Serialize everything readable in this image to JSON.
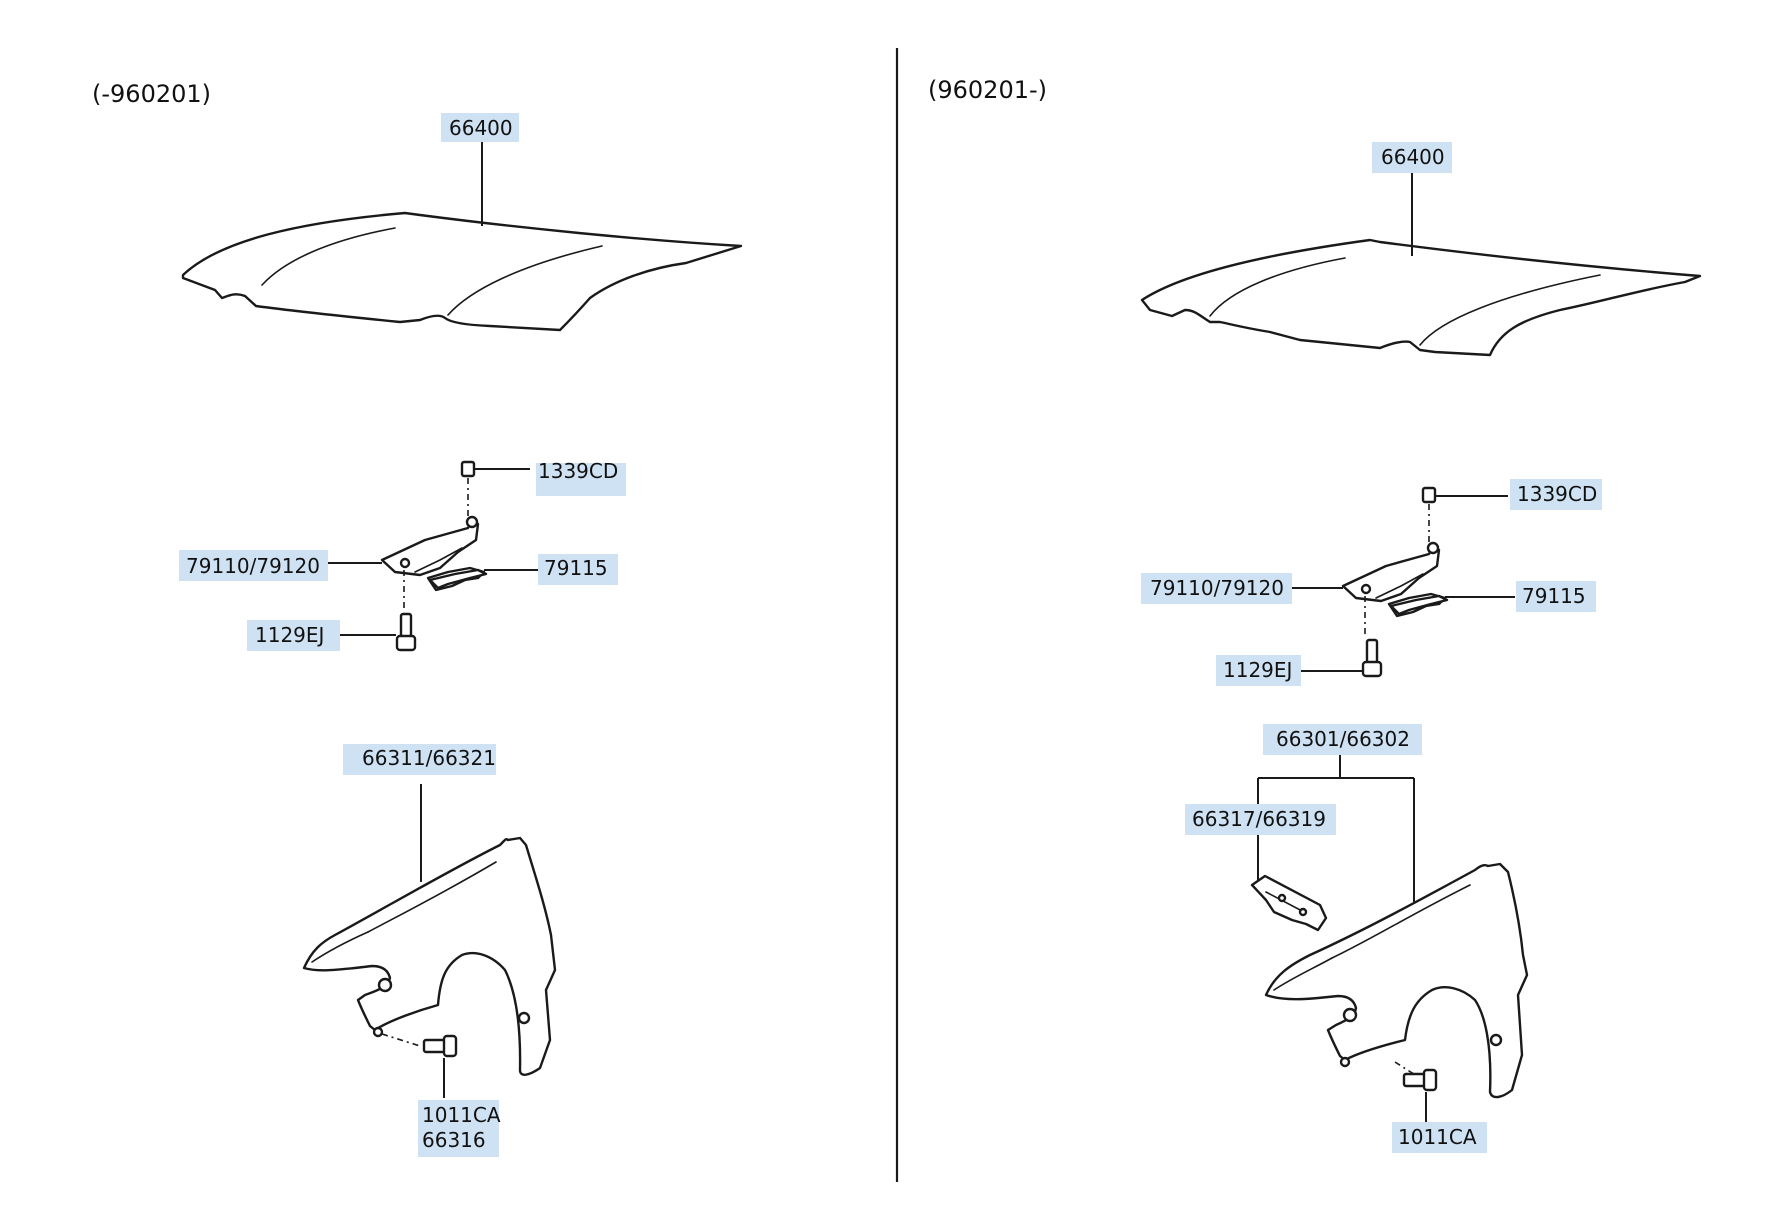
{
  "left_panel": {
    "header": "(-960201)",
    "labels": {
      "hood": "66400",
      "bolt_top": "1339CD",
      "hinge": "79110/79120",
      "hinge_plate": "79115",
      "bolt_bottom": "1129EJ",
      "fender": "66311/66321",
      "fender_bolt": "1011CA",
      "fender_bolt_2": "66316"
    }
  },
  "right_panel": {
    "header": "(960201-)",
    "labels": {
      "hood": "66400",
      "bolt_top": "1339CD",
      "hinge": "79110/79120",
      "hinge_plate": "79115",
      "bolt_bottom": "1129EJ",
      "fender": "66301/66302",
      "fender_bracket": "66317/66319",
      "fender_bolt": "1011CA"
    }
  },
  "colors": {
    "label_highlight": "#cfe2f3",
    "line": "#1a1a1a"
  }
}
